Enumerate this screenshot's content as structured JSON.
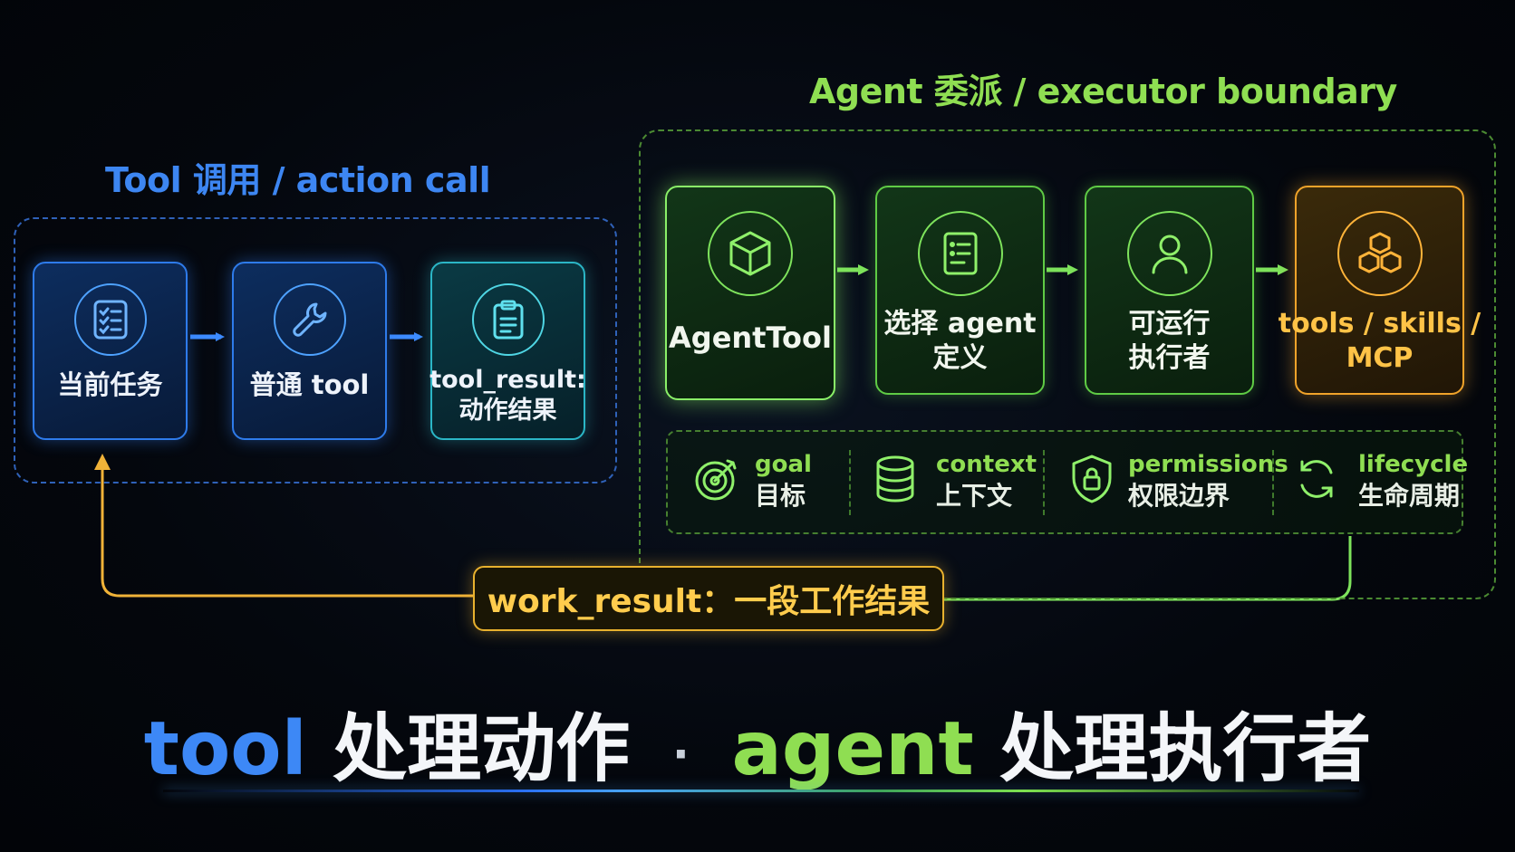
{
  "tool_section": {
    "title": "Tool 调用 / action call",
    "nodes": [
      {
        "label": "当前任务",
        "icon": "task-checklist-icon"
      },
      {
        "label": "普通 tool",
        "icon": "wrench-icon"
      },
      {
        "label_line1": "tool_result:",
        "label_line2": "动作结果",
        "icon": "clipboard-icon"
      }
    ]
  },
  "agent_section": {
    "title": "Agent 委派 / executor boundary",
    "nodes": [
      {
        "label": "AgentTool",
        "icon": "cube-icon"
      },
      {
        "label_line1": "选择 agent",
        "label_line2": "定义",
        "icon": "document-icon"
      },
      {
        "label_line1": "可运行",
        "label_line2": "执行者",
        "icon": "user-icon"
      },
      {
        "label_line1": "tools / skills /",
        "label_line2": "MCP",
        "icon": "blocks-icon"
      }
    ],
    "attributes": [
      {
        "en": "goal",
        "zh": "目标",
        "icon": "target-icon"
      },
      {
        "en": "context",
        "zh": "上下文",
        "icon": "database-icon"
      },
      {
        "en": "permissions",
        "zh": "权限边界",
        "icon": "shield-lock-icon"
      },
      {
        "en": "lifecycle",
        "zh": "生命周期",
        "icon": "refresh-cycle-icon"
      }
    ]
  },
  "work_result": "work_result：一段工作结果",
  "bottom": {
    "tool_word": "tool",
    "tool_text": "处理动作",
    "separator": "·",
    "agent_word": "agent",
    "agent_text": "处理执行者"
  },
  "colors": {
    "blue": "#3d86f2",
    "green": "#8fde52",
    "orange": "#f0a32a",
    "yellow": "#ffcc4d",
    "background": "#04070d"
  }
}
